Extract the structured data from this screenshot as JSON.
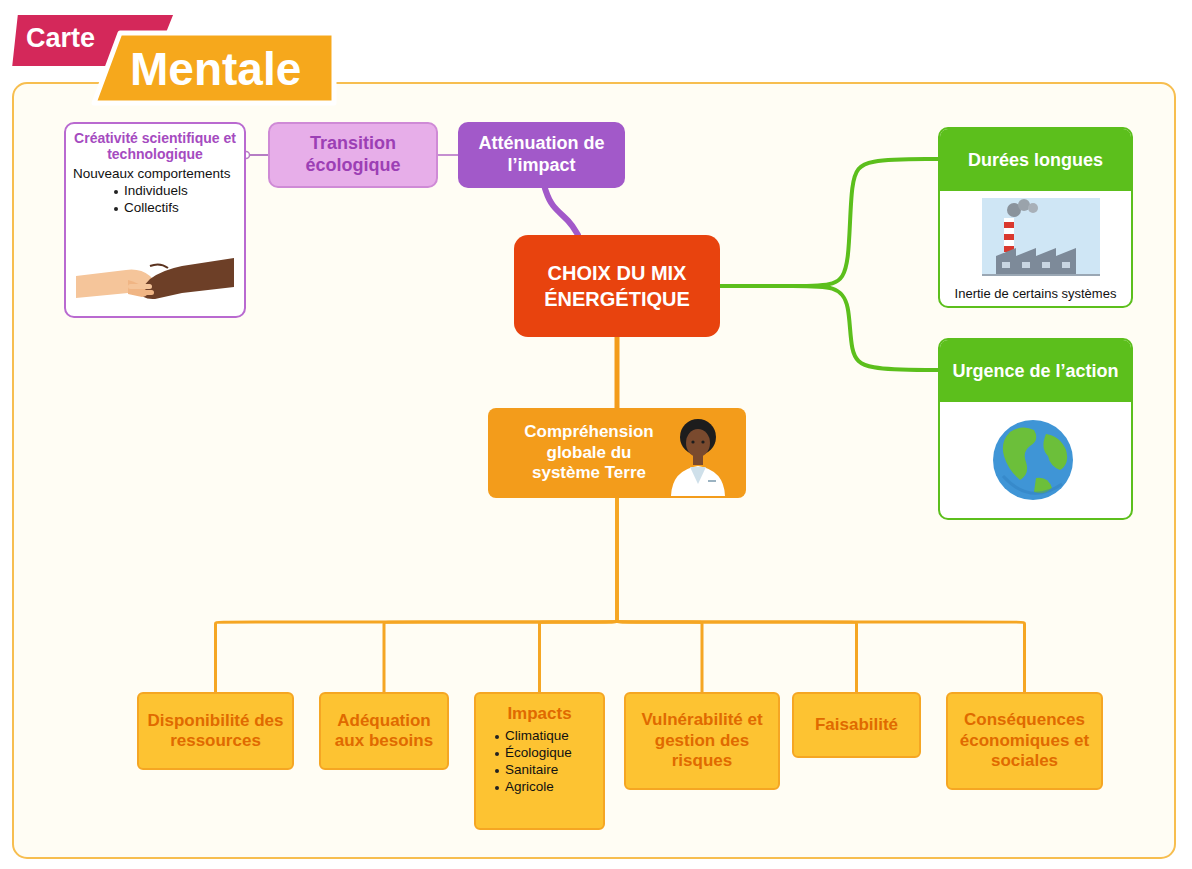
{
  "diagram": {
    "nodes": [
      {
        "text": [
          "Créativité scientifique et technologique",
          "Nouveaux comportements",
          "Individuels",
          "Collectifs"
        ]
      },
      {
        "text": [
          "Transition écologique"
        ]
      },
      {
        "text": [
          "Atténuation de l’impact"
        ]
      },
      {
        "text": [
          "CHOIX DU MIX ÉNERGÉTIQUE"
        ]
      },
      {
        "text": [
          "Durées longues",
          "Inertie de certains systèmes"
        ]
      },
      {
        "text": [
          "Urgence de l’action"
        ]
      },
      {
        "text": [
          "Compréhension globale du système Terre"
        ]
      },
      {
        "text": [
          "Disponibilité des ressources"
        ]
      },
      {
        "text": [
          "Adéquation aux besoins"
        ]
      },
      {
        "text": [
          "Impacts",
          "Climatique",
          "Écologique",
          "Sanitaire",
          "Agricole"
        ]
      },
      {
        "text": [
          "Vulnérabilité et gestion des risques"
        ]
      },
      {
        "text": [
          "Faisabilité"
        ]
      },
      {
        "text": [
          "Conséquences économiques et sociales"
        ]
      }
    ],
    "edges": [
      {
        "from": 0,
        "to": 1,
        "arrow": "none"
      },
      {
        "from": 1,
        "to": 2,
        "arrow": "none"
      },
      {
        "from": 2,
        "to": 3,
        "arrow": "none"
      },
      {
        "from": 3,
        "to": 4,
        "arrow": "none"
      },
      {
        "from": 3,
        "to": 5,
        "arrow": "none"
      },
      {
        "from": 3,
        "to": 6,
        "arrow": "none"
      },
      {
        "from": 6,
        "to": 7,
        "arrow": "none"
      },
      {
        "from": 6,
        "to": 8,
        "arrow": "none"
      },
      {
        "from": 6,
        "to": 9,
        "arrow": "none"
      },
      {
        "from": 6,
        "to": 10,
        "arrow": "none"
      },
      {
        "from": 6,
        "to": 11,
        "arrow": "none"
      },
      {
        "from": 6,
        "to": 12,
        "arrow": "none"
      }
    ],
    "labels": [
      "Carte",
      "Mentale"
    ]
  }
}
